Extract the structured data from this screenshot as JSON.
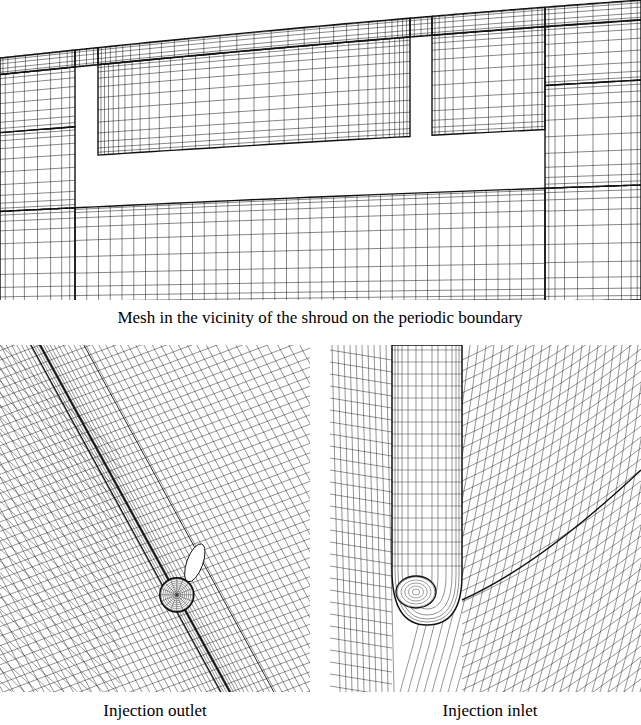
{
  "diagram": {
    "labels": [
      "Mesh in the vicinity of the shroud on the periodic boundary",
      "Injection outlet",
      "Injection inlet"
    ]
  }
}
